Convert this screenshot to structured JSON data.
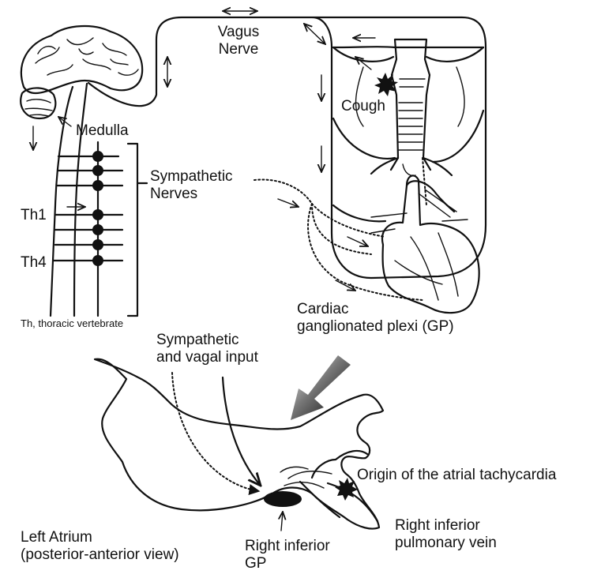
{
  "labels": {
    "vagus_nerve": [
      "Vagus",
      "Nerve"
    ],
    "cough": "Cough",
    "medulla": "Medulla",
    "sympathetic_nerves": [
      "Sympathetic",
      "Nerves"
    ],
    "th1": "Th1",
    "th4": "Th4",
    "thoracic_note": "Th, thoracic vertebrate",
    "cardiac_gp": [
      "Cardiac",
      "ganglionated plexi (GP)"
    ],
    "sympathetic_vagal_input": [
      "Sympathetic",
      "and vagal input"
    ],
    "origin_at": "Origin of the atrial tachycardia",
    "right_inferior_pv": [
      "Right inferior",
      "pulmonary vein"
    ],
    "left_atrium": [
      "Left Atrium",
      "(posterior-anterior view)"
    ],
    "right_inferior_gp": [
      "Right inferior",
      "GP"
    ]
  },
  "icons": {
    "brain": "brain-icon",
    "heart": "heart-icon",
    "trachea": "trachea-icon",
    "spinal_cord": "spinal-cord-icon",
    "left_atrium": "left-atrium-icon",
    "cough_burst": "burst-icon",
    "origin_burst": "burst-icon",
    "gp_ellipse": "ganglion-icon",
    "big_arrow": "big-arrow-icon"
  },
  "colors": {
    "ink": "#111111",
    "background": "#ffffff"
  }
}
